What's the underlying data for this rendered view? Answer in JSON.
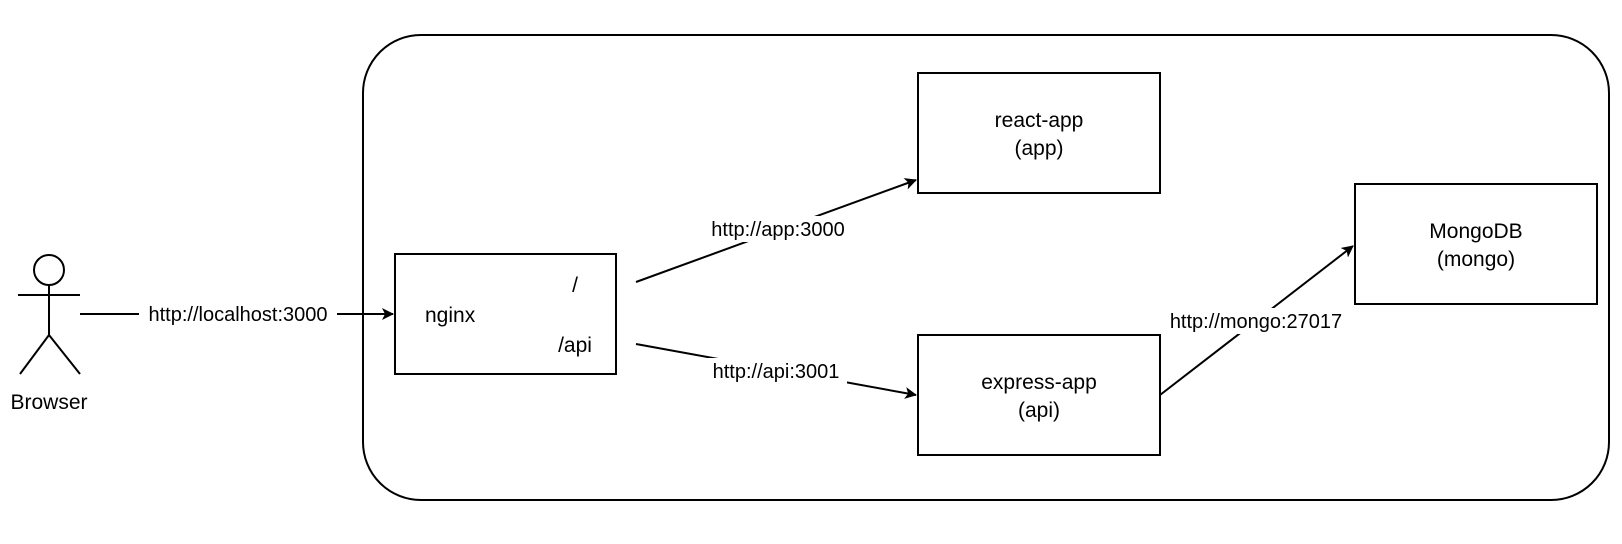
{
  "actor": {
    "label": "Browser"
  },
  "nodes": {
    "nginx": {
      "name": "nginx",
      "route_root": "/",
      "route_api": "/api"
    },
    "react_app": {
      "line1": "react-app",
      "line2": "(app)"
    },
    "express_app": {
      "line1": "express-app",
      "line2": "(api)"
    },
    "mongodb": {
      "line1": "MongoDB",
      "line2": "(mongo)"
    }
  },
  "edges": {
    "browser_to_nginx": "http://localhost:3000",
    "nginx_to_react": "http://app:3000",
    "nginx_to_express": "http://api:3001",
    "express_to_mongo": "http://mongo:27017"
  },
  "colors": {
    "stroke": "#000000",
    "background": "#ffffff"
  }
}
